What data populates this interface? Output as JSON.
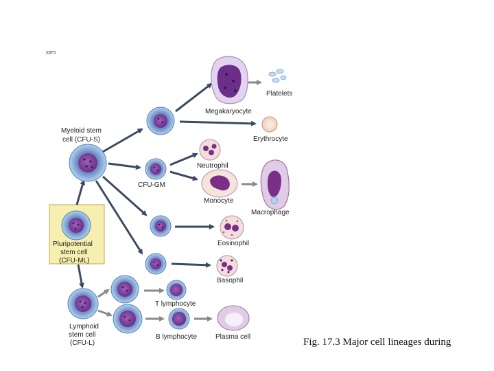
{
  "header_fragment": "ypes",
  "labels": {
    "myeloid_line1": "Myeloid stem",
    "myeloid_line2": "cell (CFU-S)",
    "megakaryocyte": "Megakaryocyte",
    "platelets": "Platelets",
    "erythrocyte": "Erythrocyte",
    "neutrophil": "Neutrophil",
    "cfu_gm": "CFU-GM",
    "monocyte": "Monocyte",
    "macrophage": "Macrophage",
    "pluri_line1": "Pluripotential",
    "pluri_line2": "stem cell",
    "pluri_line3": "(CFU-ML)",
    "eosinophil": "Eosinophil",
    "basophil": "Basophil",
    "t_lymphocyte": "T lymphocyte",
    "lymphoid_line1": "Lymphoid",
    "lymphoid_line2": "stem cell",
    "lymphoid_line3": "(CFU-L)",
    "b_lymphocyte": "B lymphocyte",
    "plasma_cell": "Plasma cell"
  },
  "caption": "Fig. 17.3 Major cell lineages during",
  "colors": {
    "cell_border": "#8fb4dc",
    "cell_body": "#5a7fb6",
    "nucleus": "#7b2f86",
    "granulocyte_cyto": "#f3dede",
    "arrow": "#3a4a60",
    "box_fill": "#f6efb0",
    "box_border": "#c9b66a"
  }
}
